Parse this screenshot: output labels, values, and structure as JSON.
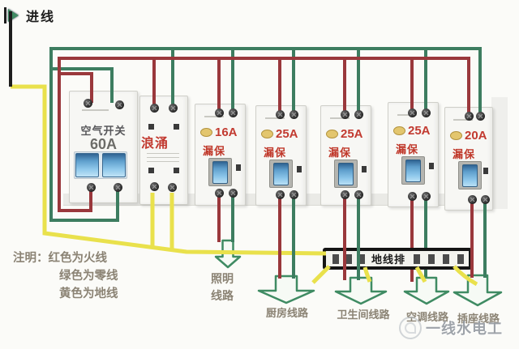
{
  "incoming": {
    "label": "进线"
  },
  "legend": {
    "lines": [
      "注明：红色为火线",
      "绿色为零线",
      "黄色为地线"
    ]
  },
  "devices": [
    {
      "name": "空气开关",
      "rating": "60A",
      "kind": "air-switch"
    },
    {
      "name": "浪涌",
      "rating": "",
      "kind": "surge-protector"
    },
    {
      "name": "漏保",
      "rating": "16A",
      "kind": "rcbo"
    },
    {
      "name": "漏保",
      "rating": "25A",
      "kind": "rcbo"
    },
    {
      "name": "漏保",
      "rating": "25A",
      "kind": "rcbo"
    },
    {
      "name": "漏保",
      "rating": "25A",
      "kind": "rcbo"
    },
    {
      "name": "漏保",
      "rating": "20A",
      "kind": "rcbo"
    }
  ],
  "ground_bus": {
    "label": "地线排"
  },
  "circuits": [
    {
      "label": "照明线路"
    },
    {
      "label": "厨房线路"
    },
    {
      "label": "卫生间线路"
    },
    {
      "label": "空调线路"
    },
    {
      "label": "插座线路"
    }
  ],
  "wire_colors": {
    "live_red": "#9a383c",
    "neutral_green": "#3d7d60",
    "ground_yellow": "#e9e14c",
    "incoming_black": "#1d1d1d",
    "arrow_green": "#3f8b63"
  },
  "watermark": {
    "text": "一线水电工"
  }
}
